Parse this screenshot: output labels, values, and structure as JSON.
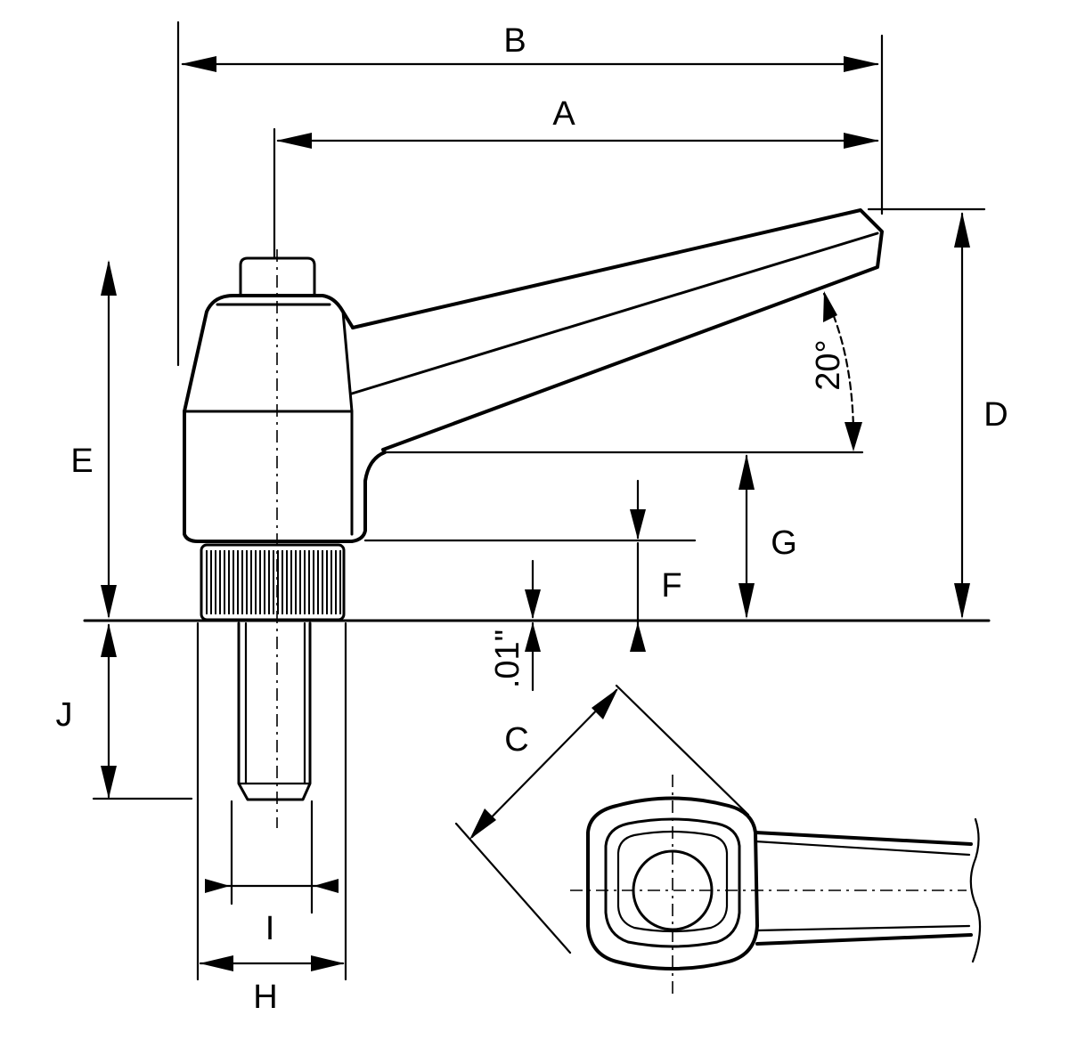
{
  "diagram": {
    "labels": {
      "A": "A",
      "B": "B",
      "C": "C",
      "D": "D",
      "E": "E",
      "F": "F",
      "G": "G",
      "H": "H",
      "I": "I",
      "J": "J",
      "angle": "20°",
      "clearance": ".01\""
    }
  }
}
